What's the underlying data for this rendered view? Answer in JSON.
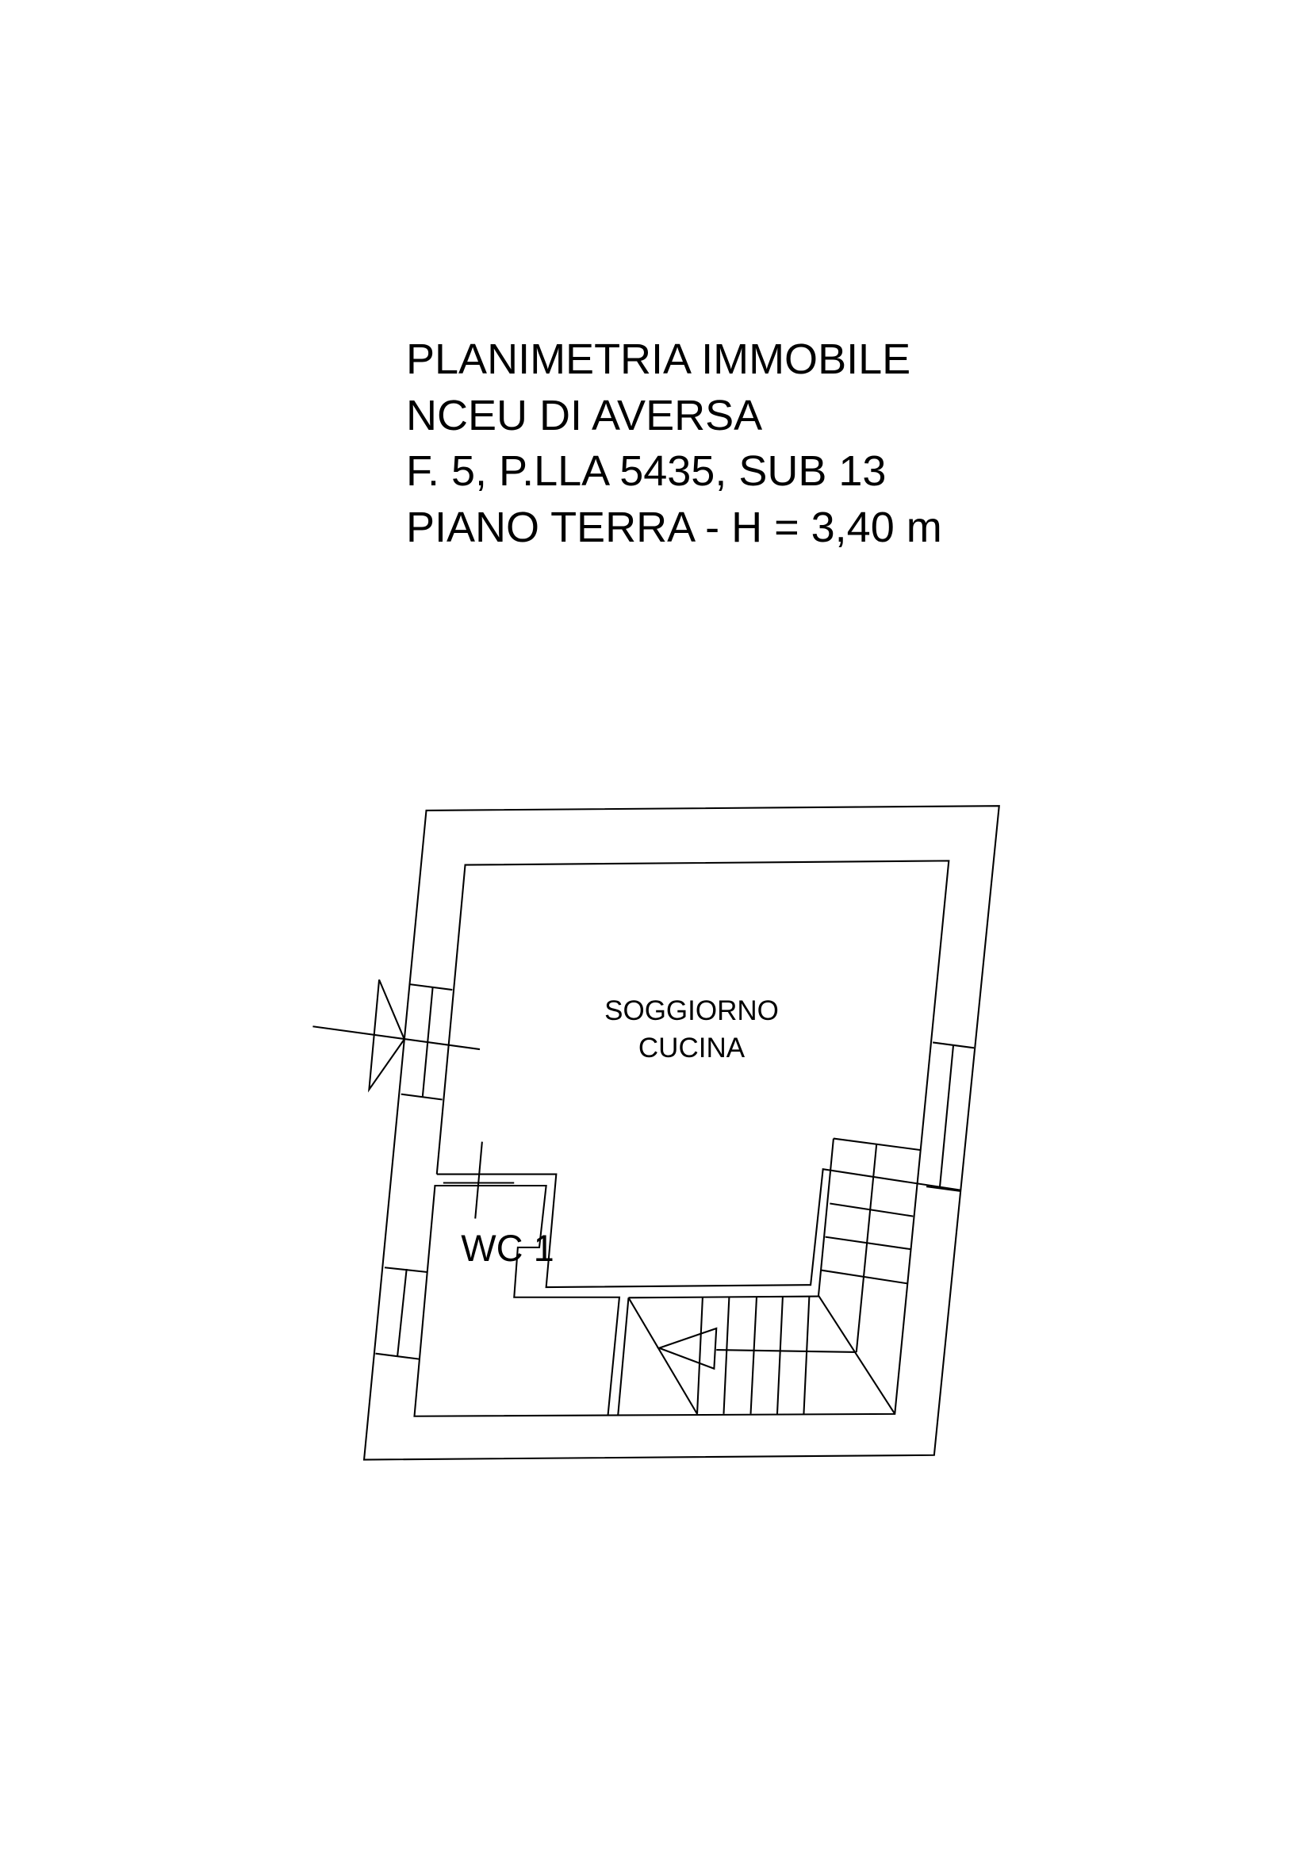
{
  "title_block": {
    "lines": [
      "PLANIMETRIA IMMOBILE",
      "NCEU DI AVERSA",
      "F. 5, P.LLA 5435, SUB 13",
      "PIANO TERRA - H = 3,40 m"
    ]
  },
  "rooms": {
    "living_line1": "SOGGIORNO",
    "living_line2": "CUCINA",
    "wc": "WC 1"
  },
  "colors": {
    "line": "#000000",
    "background": "#ffffff"
  }
}
